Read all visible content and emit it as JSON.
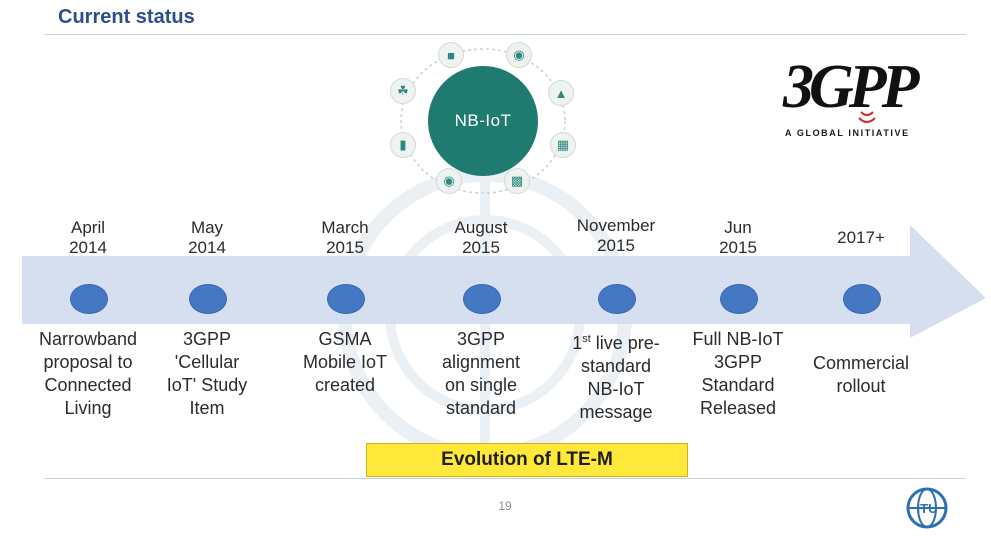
{
  "slide": {
    "title": "Current status",
    "page_number": "19",
    "highlight_label": "Evolution of LTE-M"
  },
  "hub": {
    "label": "NB-IoT",
    "icons": [
      "truck-icon",
      "water-meter-icon",
      "mountain-icon",
      "building-icon",
      "city-icon",
      "tractor-icon",
      "thermometer-icon",
      "farm-icon"
    ]
  },
  "logo_3gpp": {
    "mark": "3GPP",
    "tagline": "A GLOBAL INITIATIVE"
  },
  "timeline": {
    "colors": {
      "arrow": "#d5dff0",
      "dot": "#4478c2",
      "hub": "#1f7a70",
      "highlight": "#ffe83a"
    },
    "milestones": [
      {
        "date": "April\n2014",
        "description": "Narrowband\nproposal to\nConnected\nLiving"
      },
      {
        "date": "May\n2014",
        "description": "3GPP\n'Cellular\nIoT' Study\nItem"
      },
      {
        "date": "March\n2015",
        "description": "GSMA\nMobile IoT\ncreated"
      },
      {
        "date": "August\n2015",
        "description": "3GPP\nalignment\non single\nstandard"
      },
      {
        "date": "November\n2015",
        "description": "1st live pre-\nstandard\nNB-IoT\nmessage",
        "sup_after": "1",
        "sup_text": "st"
      },
      {
        "date": "Jun\n2015",
        "description": "Full NB-IoT\n3GPP\nStandard\nReleased"
      },
      {
        "date": "2017+",
        "description": "Commercial\nrollout"
      }
    ]
  }
}
